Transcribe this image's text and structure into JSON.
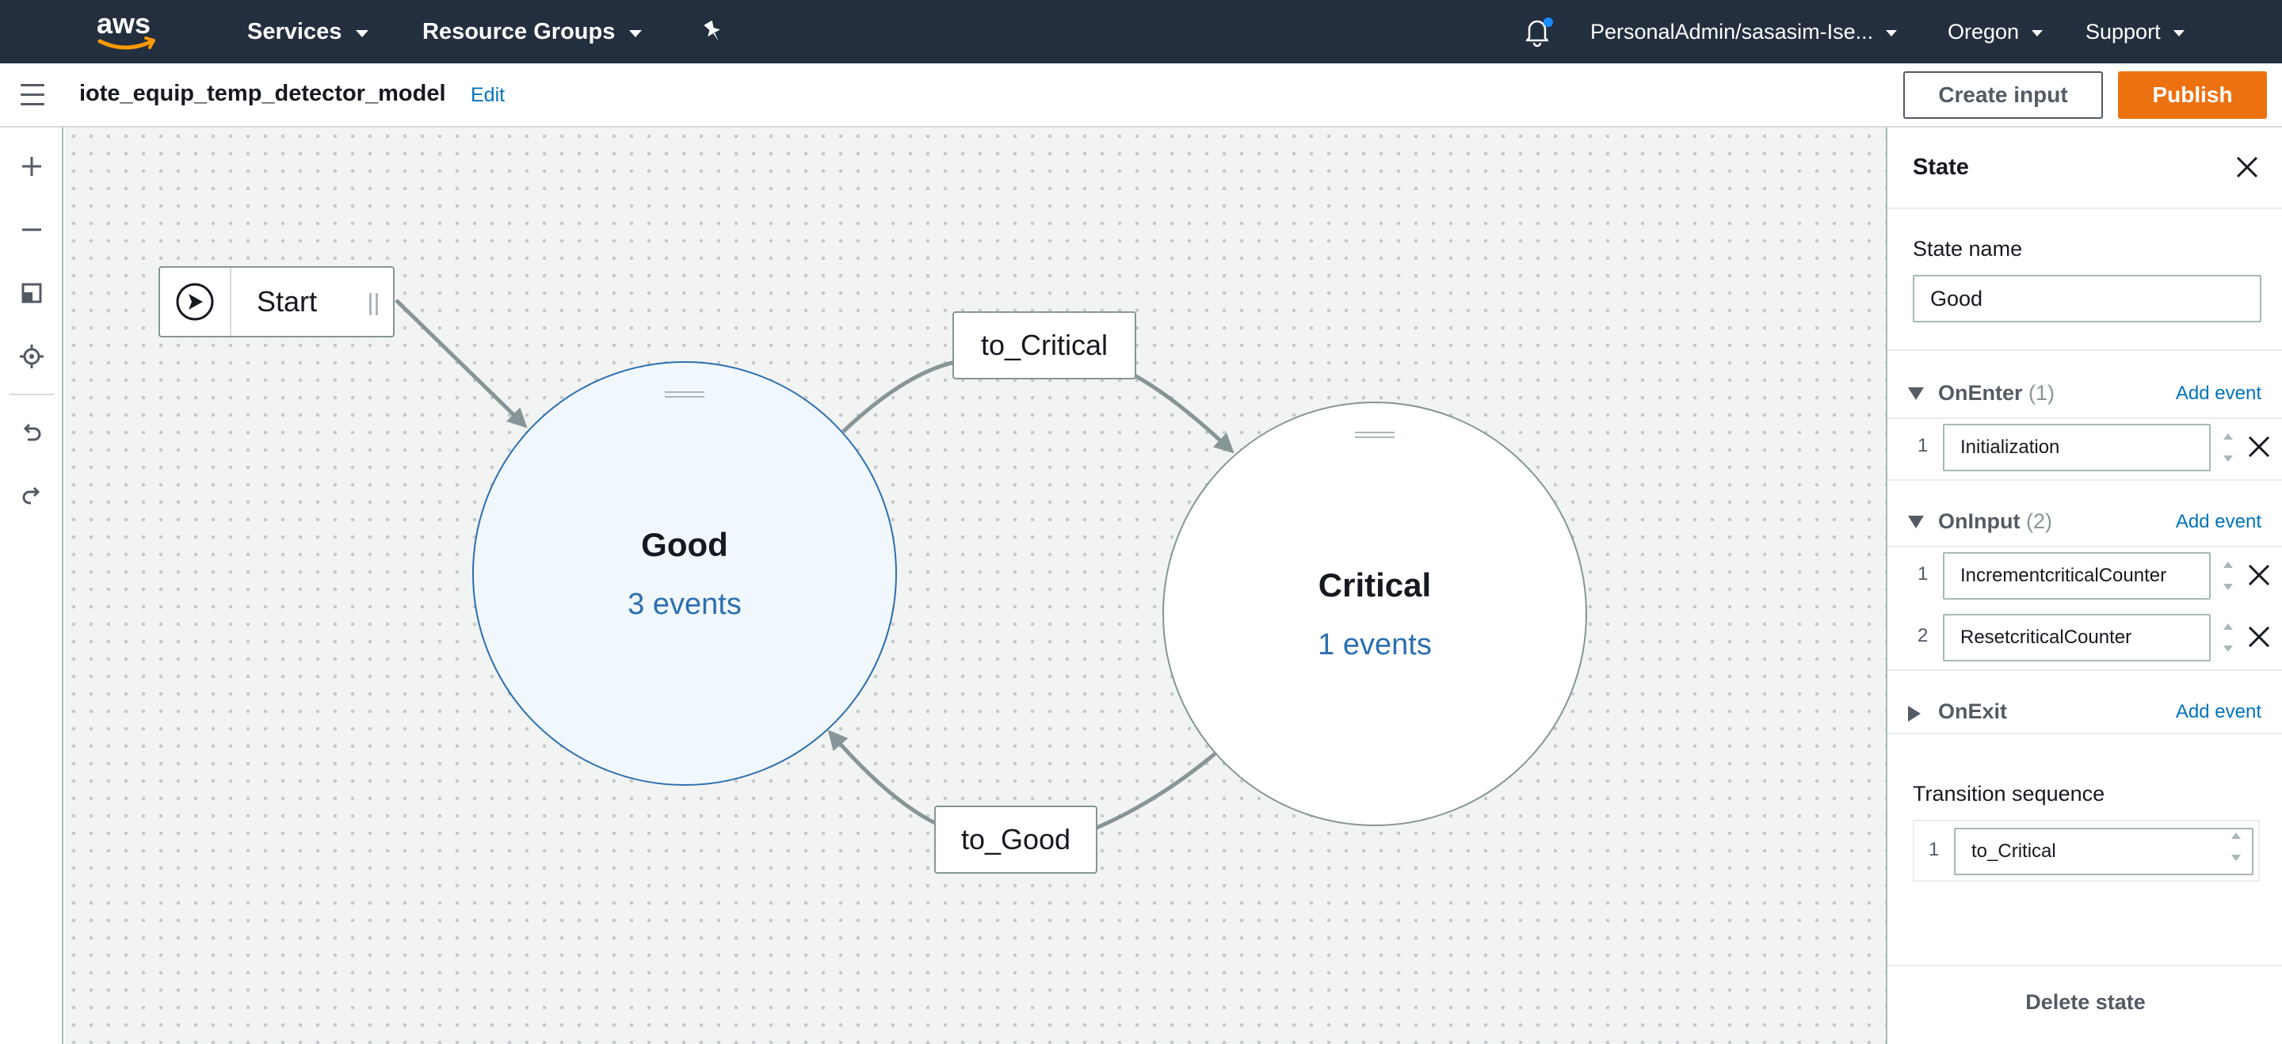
{
  "topnav": {
    "logo_text": "aws",
    "services": "Services",
    "resource_groups": "Resource Groups",
    "account": "PersonalAdmin/sasasim-Ise...",
    "region": "Oregon",
    "support": "Support",
    "notification_dot_color": "#1a8cff"
  },
  "header": {
    "model_name": "iote_equip_temp_detector_model",
    "edit": "Edit",
    "create_input": "Create input",
    "publish": "Publish"
  },
  "toolbar": {
    "tools": [
      "zoom-in",
      "zoom-out",
      "fit-to-screen",
      "center",
      "undo",
      "redo"
    ]
  },
  "canvas": {
    "start_label": "Start",
    "states": [
      {
        "name": "Good",
        "events": "3 events",
        "selected": true
      },
      {
        "name": "Critical",
        "events": "1 events",
        "selected": false
      }
    ],
    "transitions": [
      {
        "label": "to_Critical",
        "from": "Good",
        "to": "Critical"
      },
      {
        "label": "to_Good",
        "from": "Critical",
        "to": "Good"
      }
    ]
  },
  "panel": {
    "title": "State",
    "state_name_label": "State name",
    "state_name_value": "Good",
    "on_enter": {
      "label": "OnEnter",
      "count": "(1)",
      "add": "Add event",
      "events": [
        "Initialization"
      ]
    },
    "on_input": {
      "label": "OnInput",
      "count": "(2)",
      "add": "Add event",
      "events": [
        "IncrementcriticalCounter",
        "ResetcriticalCounter"
      ]
    },
    "on_exit": {
      "label": "OnExit",
      "add": "Add event"
    },
    "transition_sequence_label": "Transition sequence",
    "transition_sequence": [
      "to_Critical"
    ],
    "delete": "Delete state"
  },
  "colors": {
    "nav_bg": "#232f3e",
    "publish": "#ec7211",
    "link": "#0073bb",
    "selected_state_border": "#2c6fb0",
    "selected_state_fill": "#f1f8fd"
  }
}
